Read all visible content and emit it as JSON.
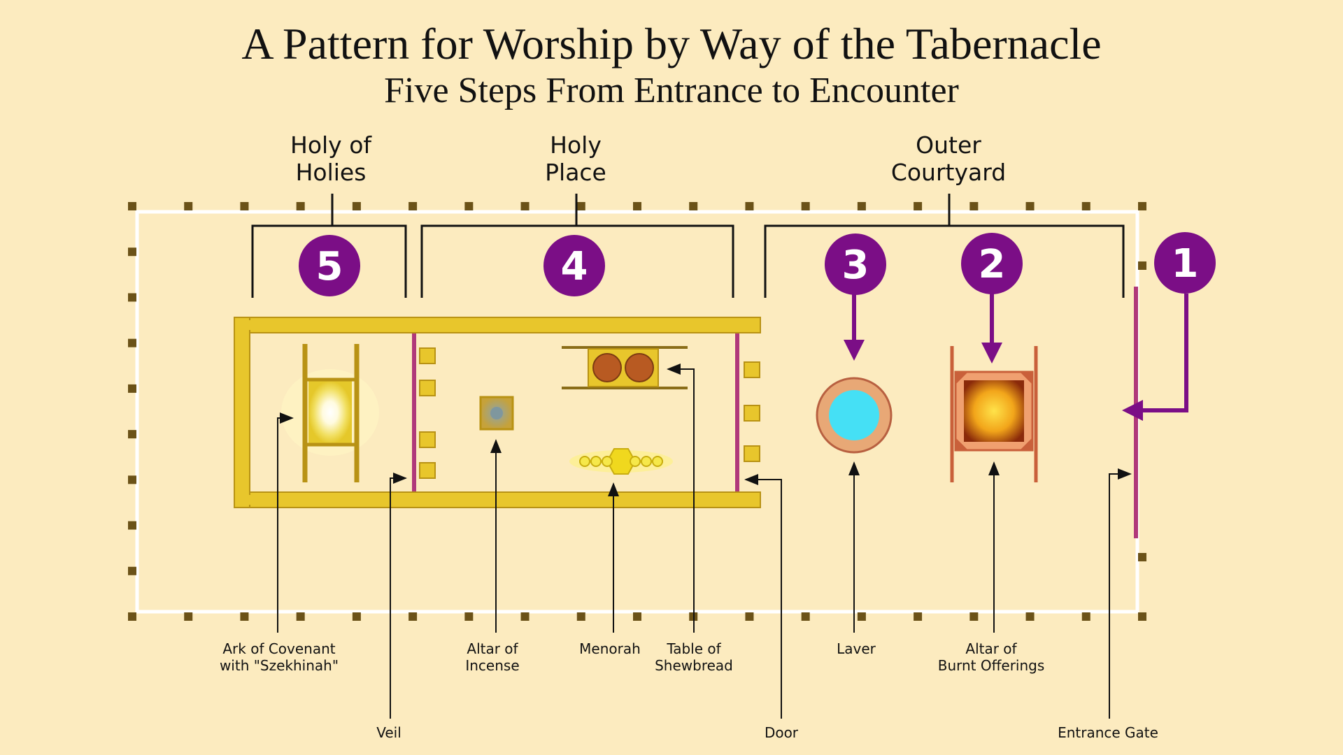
{
  "title": "A Pattern for Worship by Way of the Tabernacle",
  "subtitle": "Five Steps From Entrance to Encounter",
  "sections": {
    "holy_of_holies": [
      "Holy of",
      "Holies"
    ],
    "holy_place": [
      "Holy",
      "Place"
    ],
    "outer_courtyard": [
      "Outer",
      "Courtyard"
    ]
  },
  "steps": [
    "5",
    "4",
    "3",
    "2",
    "1"
  ],
  "labels": {
    "ark": [
      "Ark of Covenant",
      "with \"Szekhinah\""
    ],
    "altar_incense": [
      "Altar of",
      "Incense"
    ],
    "menorah": [
      "Menorah"
    ],
    "shewbread": [
      "Table of",
      "Shewbread"
    ],
    "laver": [
      "Laver"
    ],
    "altar_burnt": [
      "Altar of",
      "Burnt Offerings"
    ],
    "veil": [
      "Veil"
    ],
    "door": [
      "Door"
    ],
    "entrance_gate": [
      "Entrance Gate"
    ]
  },
  "colors": {
    "background": "#fcebbf",
    "step_circle": "#7b0e86",
    "gold": "#e8c62c",
    "gold_dark": "#b89214",
    "curtain": "#b0387a",
    "bronze": "#c9603a",
    "laver_water": "#45e0f5",
    "post": "#6b5218",
    "courtyard_line": "#ffffff"
  }
}
